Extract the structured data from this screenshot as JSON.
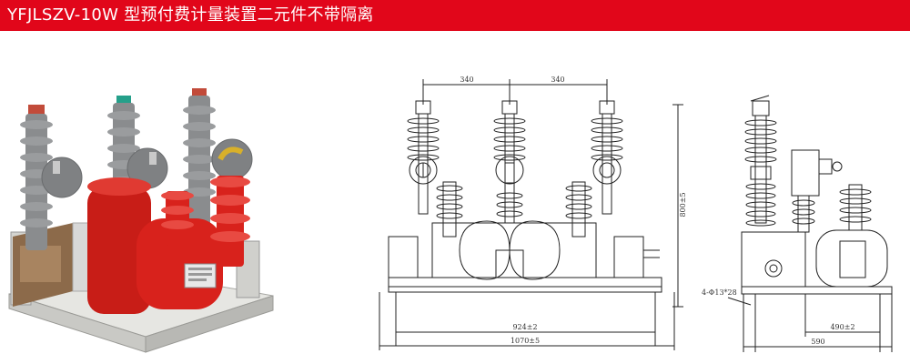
{
  "header": {
    "title": "YFJLSZV-10W 型预付费计量装置二元件不带隔离",
    "background": "#e1061a",
    "text_color": "#ffffff"
  },
  "photo": {
    "colors": {
      "insulator": "#8a8c8e",
      "body_red": "#d8221c",
      "frame": "#dcdcd8",
      "cap_left": "#c24b3a",
      "cap_mid": "#25a08a",
      "cap_right": "#d8b02a"
    }
  },
  "front_view": {
    "dim_top_left": "340",
    "dim_top_right": "340",
    "dim_bottom_inner": "924±2",
    "dim_bottom_outer": "1070±5",
    "dim_height": "800±5"
  },
  "side_view": {
    "hole_label": "4-Φ13*28",
    "dim_bottom_inner": "490±2",
    "dim_bottom_outer": "590"
  }
}
